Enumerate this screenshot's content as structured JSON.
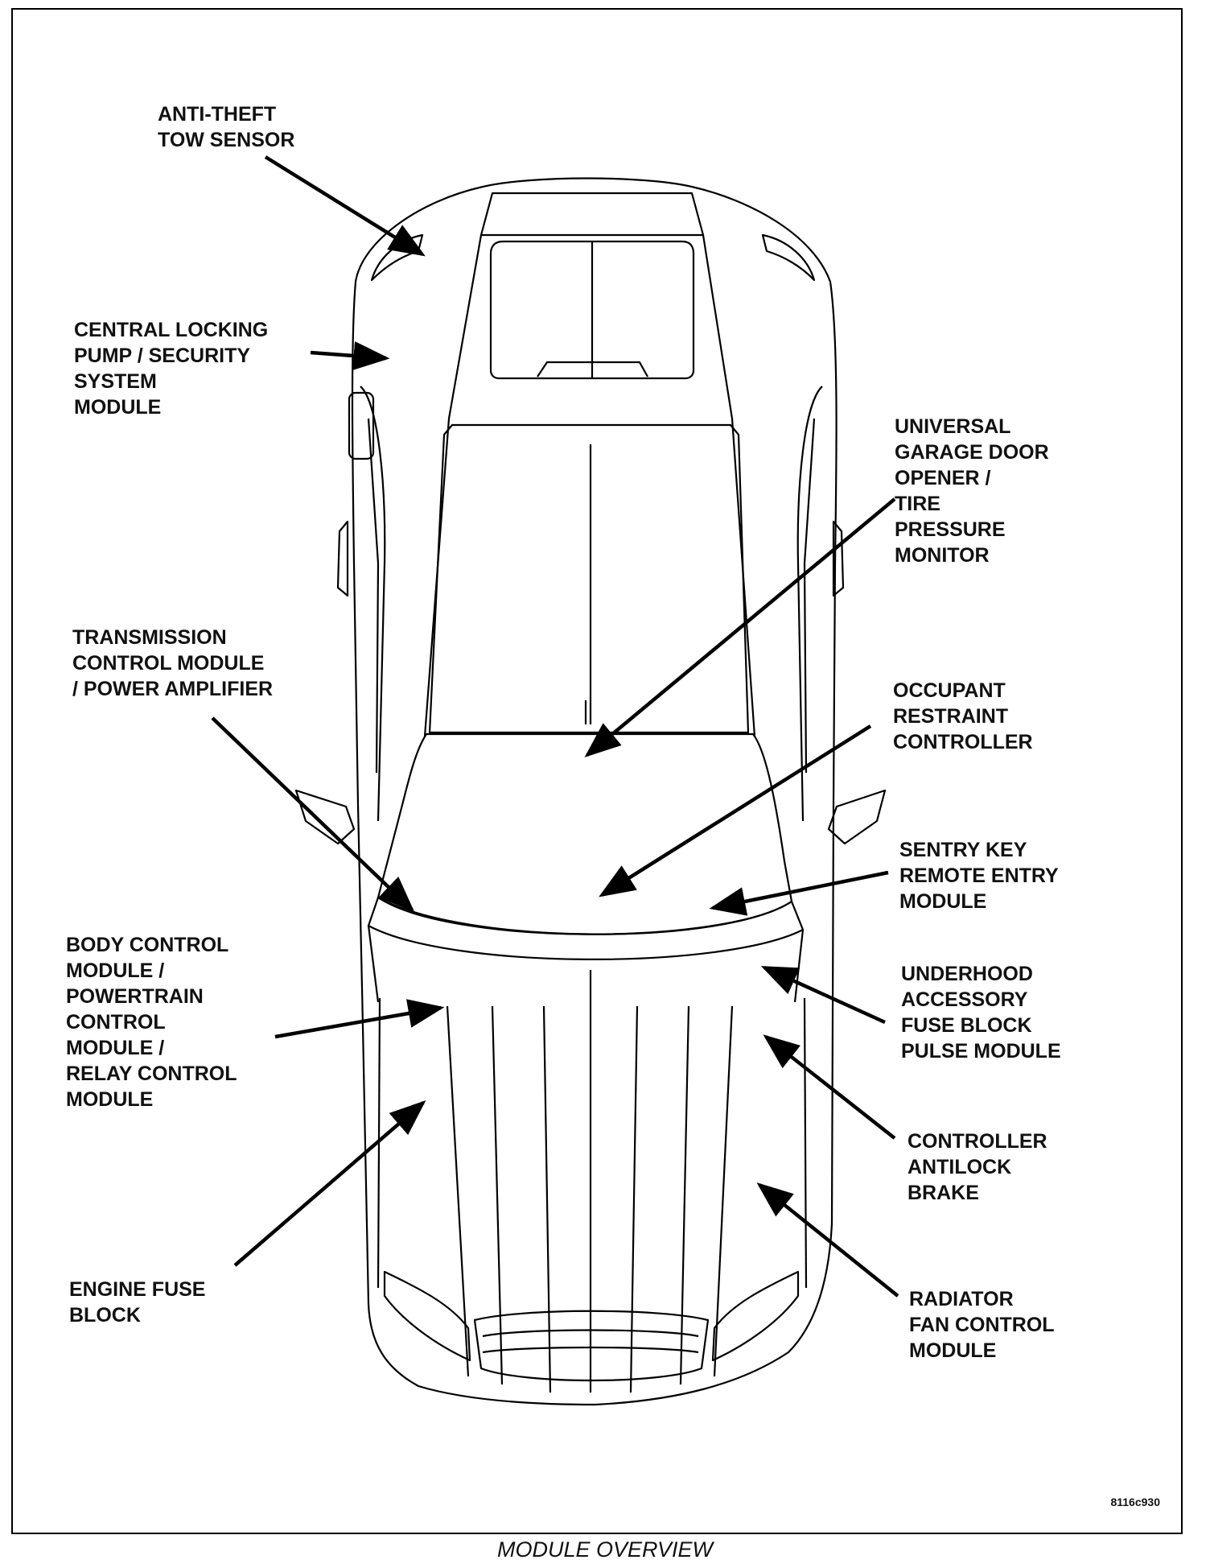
{
  "labels": {
    "anti_theft": "ANTI-THEFT\nTOW SENSOR",
    "central_locking": "CENTRAL LOCKING\nPUMP / SECURITY\nSYSTEM\nMODULE",
    "universal_garage": "UNIVERSAL\nGARAGE DOOR\nOPENER /\nTIRE\nPRESSURE\nMONITOR",
    "transmission": "TRANSMISSION\nCONTROL MODULE\n/ POWER AMPLIFIER",
    "occupant_restraint": "OCCUPANT\nRESTRAINT\nCONTROLLER",
    "sentry_key": "SENTRY KEY\nREMOTE ENTRY\nMODULE",
    "body_control": "BODY CONTROL\nMODULE /\nPOWERTRAIN\nCONTROL\nMODULE /\nRELAY CONTROL\nMODULE",
    "underhood": "UNDERHOOD\nACCESSORY\nFUSE BLOCK\nPULSE MODULE",
    "antilock": "CONTROLLER\nANTILOCK\nBRAKE",
    "engine_fuse": "ENGINE FUSE\nBLOCK",
    "radiator": "RADIATOR\nFAN CONTROL\nMODULE"
  },
  "figure_id": "8116c930",
  "caption": "MODULE OVERVIEW"
}
